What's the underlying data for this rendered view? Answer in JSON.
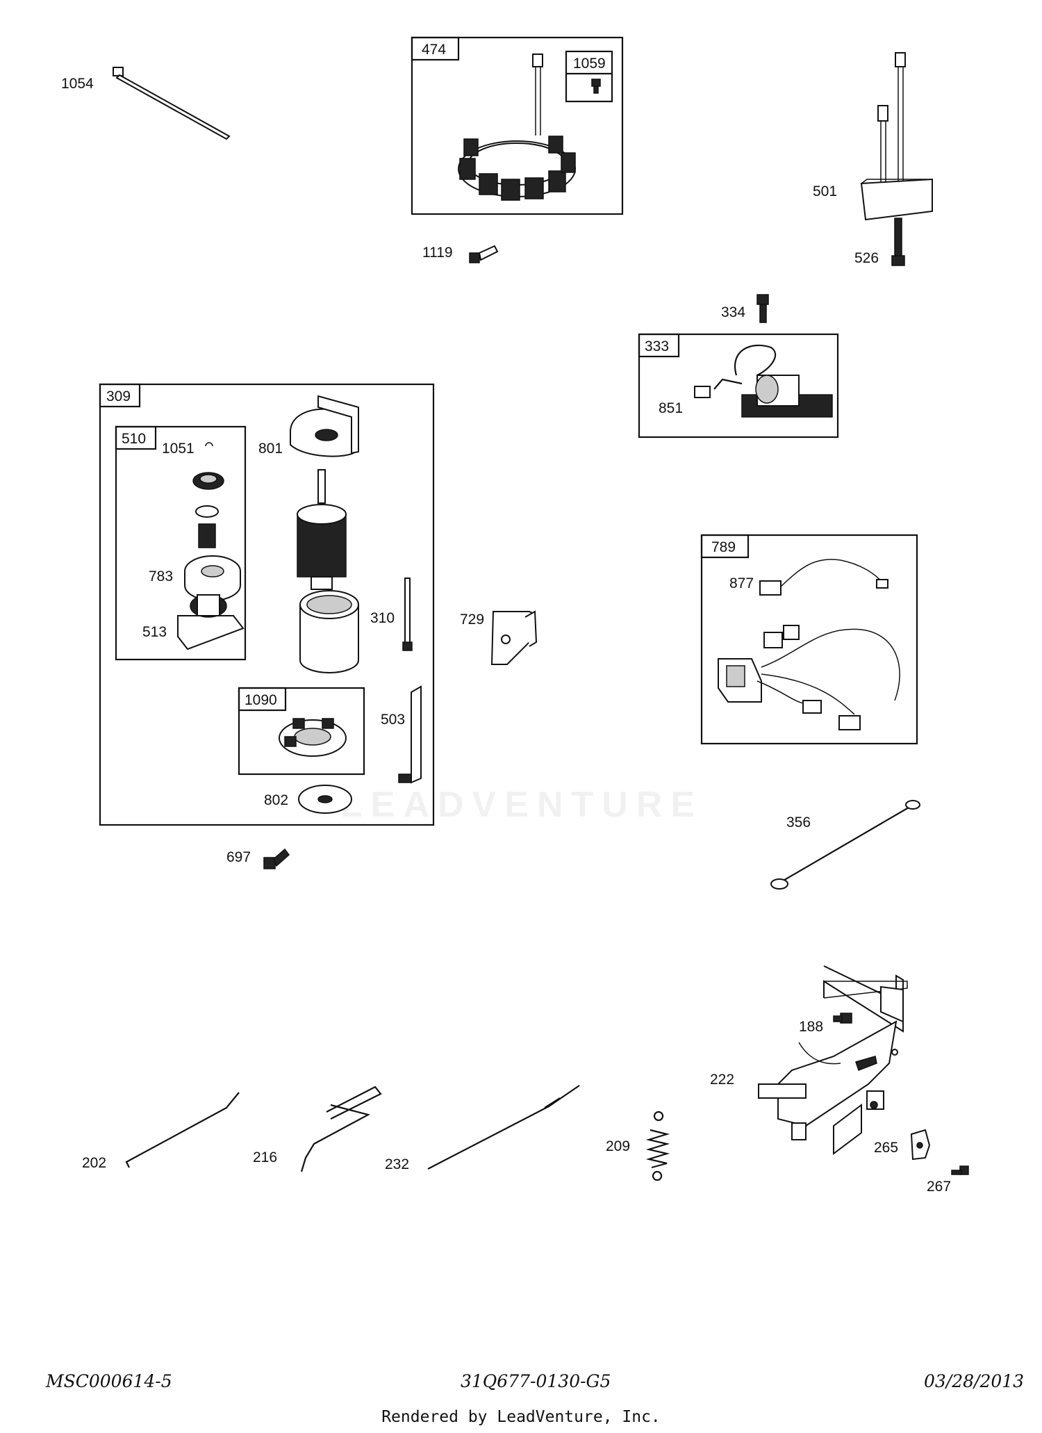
{
  "parts": {
    "p1054": "1054",
    "p474": "474",
    "p1059": "1059",
    "p1119": "1119",
    "p501": "501",
    "p526": "526",
    "p334": "334",
    "p333": "333",
    "p851": "851",
    "p309": "309",
    "p510": "510",
    "p1051": "1051",
    "p801": "801",
    "p783": "783",
    "p513": "513",
    "p310": "310",
    "p729": "729",
    "p1090": "1090",
    "p503": "503",
    "p802": "802",
    "p697": "697",
    "p789": "789",
    "p877": "877",
    "p356": "356",
    "p188": "188",
    "p222": "222",
    "p202": "202",
    "p216": "216",
    "p232": "232",
    "p209": "209",
    "p265": "265",
    "p267": "267"
  },
  "footer": {
    "left": "MSC000614-5",
    "center": "31Q677-0130-G5",
    "right": "03/28/2013",
    "credit": "Rendered by LeadVenture, Inc."
  },
  "watermark": "LEADVENTURE"
}
